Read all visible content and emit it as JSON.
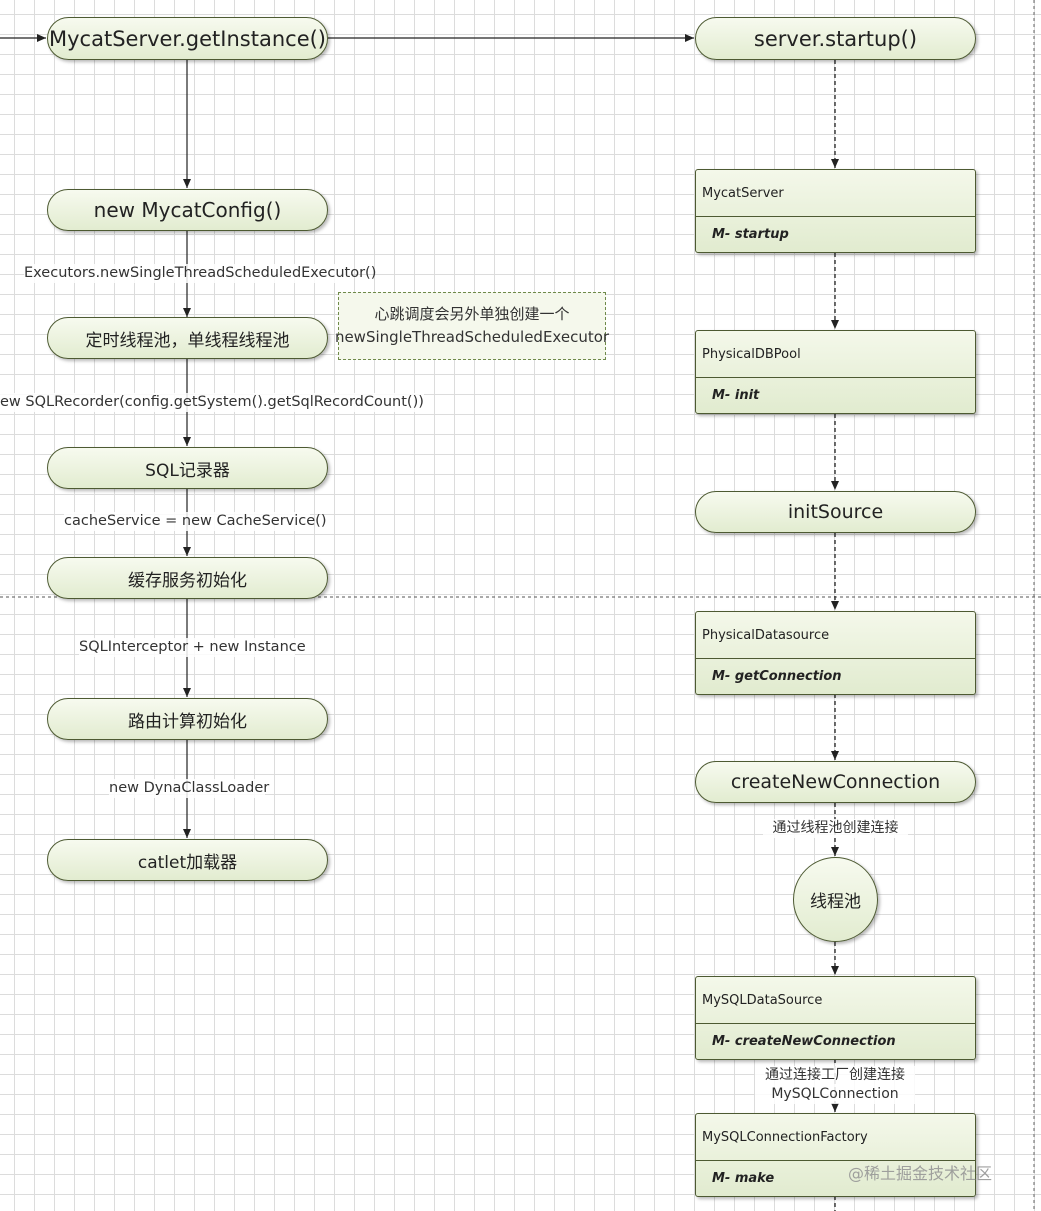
{
  "left_column": {
    "getinstance": "MycatServer.getInstance()",
    "new_config": "new MycatConfig()",
    "label_executor": "Executors.newSingleThreadScheduledExecutor()",
    "thread_pool": "定时线程池，单线程线程池",
    "label_sqlrecorder": "ew SQLRecorder(config.getSystem().getSqlRecordCount())",
    "sql_recorder": "SQL记录器",
    "label_cache": "cacheService = new CacheService()",
    "cache_init": "缓存服务初始化",
    "label_interceptor": "SQLInterceptor + new Instance",
    "route_init": "路由计算初始化",
    "label_loader": "new DynaClassLoader",
    "catlet_loader": "catlet加载器"
  },
  "note": {
    "line1": "心跳调度会另外单独创建一个",
    "line2": "newSingleThreadScheduledExecutor"
  },
  "right_column": {
    "startup": "server.startup()",
    "mycatserver": {
      "name": "MycatServer",
      "method": "M- startup"
    },
    "physicaldbpool": {
      "name": "PhysicalDBPool",
      "method": "M- init"
    },
    "initsource": "initSource",
    "physicaldatasource": {
      "name": "PhysicalDatasource",
      "method": "M- getConnection"
    },
    "createnewconnection": "createNewConnection",
    "label_threadpool_conn": "通过线程池创建连接",
    "threadpool_circle": "线程池",
    "mysqldatasource": {
      "name": "MySQLDataSource",
      "method": "M- createNewConnection"
    },
    "label_factory_line1": "通过连接工厂创建连接",
    "label_factory_line2": "MySQLConnection",
    "mysqlconnectionfactory": {
      "name": "MySQLConnectionFactory",
      "method": "M- make"
    }
  },
  "watermark": "@稀土掘金技术社区"
}
